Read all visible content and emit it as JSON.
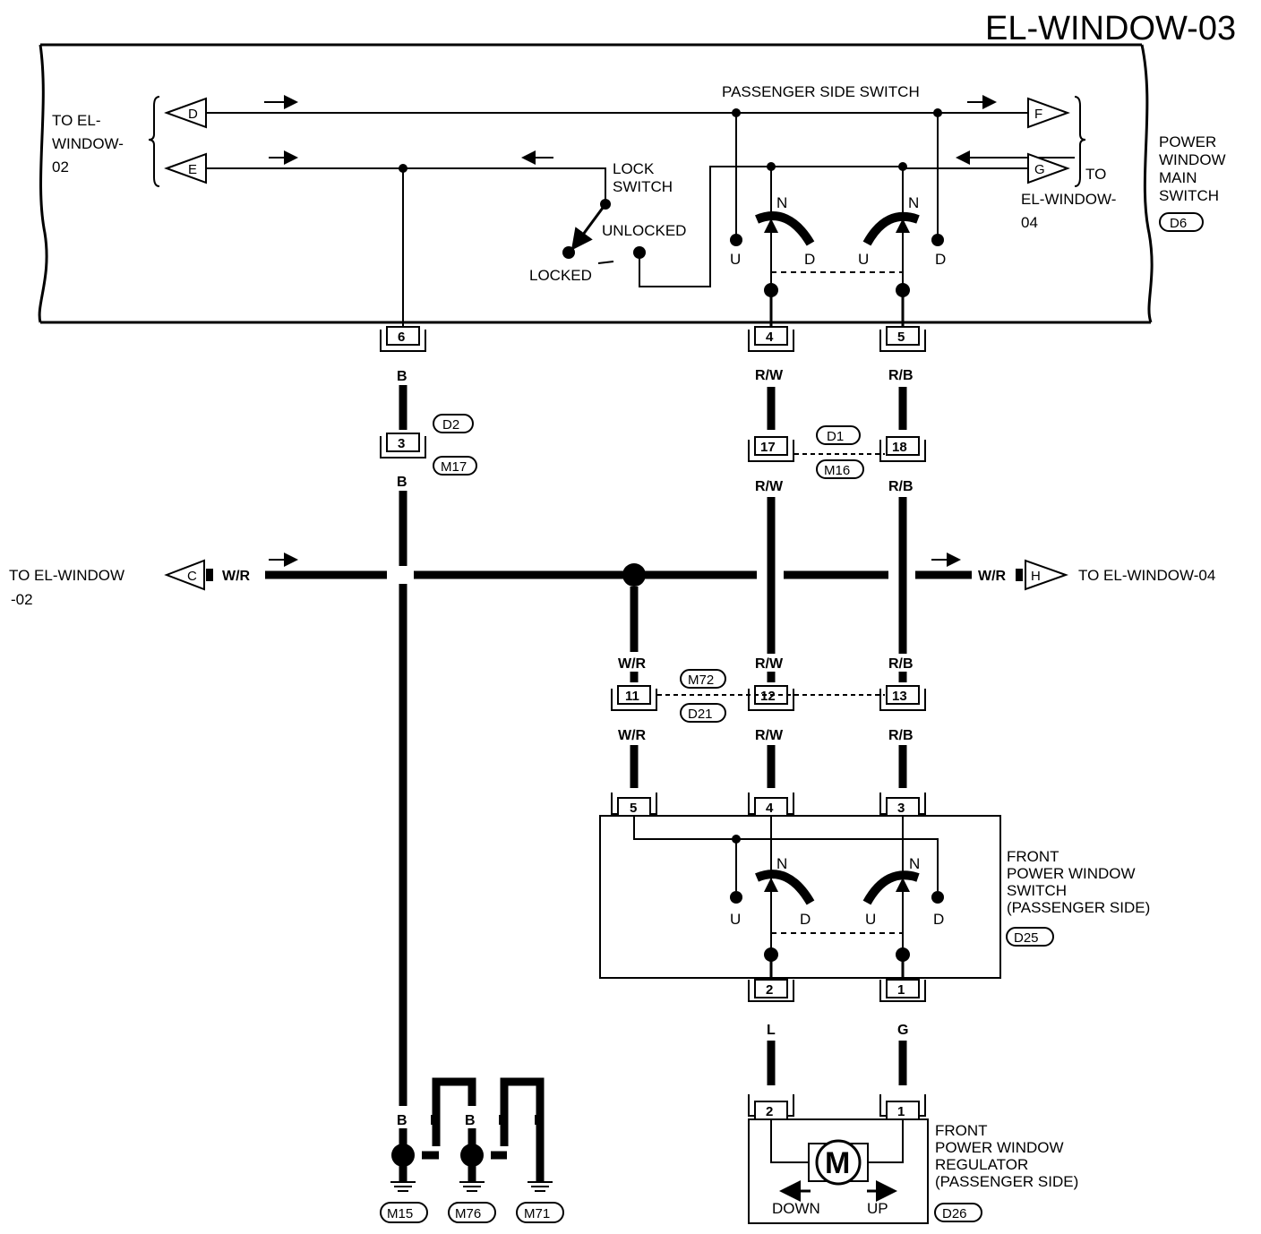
{
  "title": "EL-WINDOW-03",
  "main_switch": {
    "label_lines": [
      "POWER",
      "WINDOW",
      "MAIN",
      "SWITCH"
    ],
    "connector": "D6",
    "passenger_side_switch": "PASSENGER SIDE SWITCH",
    "lock_switch_lines": [
      "LOCK",
      "SWITCH"
    ],
    "locked": "LOCKED",
    "unlocked": "UNLOCKED",
    "to_left_lines": [
      "TO EL-",
      "WINDOW-",
      "02"
    ],
    "to_right_lines": [
      "TO",
      "EL-WINDOW-",
      "04"
    ],
    "terminals": {
      "d": "D",
      "e": "E",
      "f": "F",
      "g": "G"
    },
    "switch_positions": {
      "n": "N",
      "u": "U",
      "d": "D"
    },
    "pins": {
      "p6": "6",
      "p4": "4",
      "p5": "5"
    }
  },
  "wires": {
    "b": "B",
    "rw": "R/W",
    "rb": "R/B",
    "wr": "W/R",
    "l": "L",
    "g": "G"
  },
  "connectors": {
    "d2": "D2",
    "m17": "M17",
    "pin3": "3",
    "d1": "D1",
    "m16": "M16",
    "pin17": "17",
    "pin18": "18",
    "m72": "M72",
    "d21": "D21",
    "pin11": "11",
    "pin12": "12",
    "pin13": "13"
  },
  "bus": {
    "left_text": "TO EL-WINDOW",
    "left_text2": "-02",
    "left_terminal": "C",
    "right_text": "TO EL-WINDOW-04",
    "right_terminal": "H"
  },
  "front_switch": {
    "label_lines": [
      "FRONT",
      "POWER WINDOW",
      "SWITCH",
      "(PASSENGER SIDE)"
    ],
    "connector": "D25",
    "pins": {
      "p5": "5",
      "p4": "4",
      "p3": "3",
      "p2": "2",
      "p1": "1"
    }
  },
  "regulator": {
    "label_lines": [
      "FRONT",
      "POWER WINDOW",
      "REGULATOR",
      "(PASSENGER SIDE)"
    ],
    "connector": "D26",
    "motor": "M",
    "down": "DOWN",
    "up": "UP",
    "pins": {
      "p2": "2",
      "p1": "1"
    }
  },
  "grounds": [
    "M15",
    "M76",
    "M71"
  ]
}
